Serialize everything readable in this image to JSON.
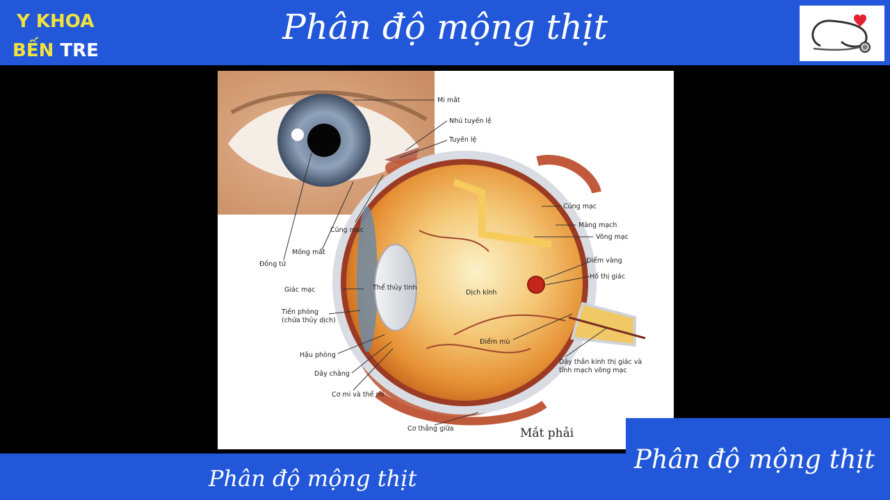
{
  "header": {
    "brand_line1": "Y KHOA",
    "brand_line2a": "BẾN",
    "brand_line2b": "TRE",
    "title": "Phân độ mộng thịt"
  },
  "logo": {
    "icon": "stethoscope-heart-icon"
  },
  "diagram": {
    "labels": {
      "mi_mat": "Mi mắt",
      "nhu_tuyen_le": "Nhú tuyến lệ",
      "tuyen_le": "Tuyến lệ",
      "cung_mac_left": "Củng mạc",
      "mong_mat": "Mống mắt",
      "dong_tu": "Đồng tử",
      "giac_mac": "Giác mạc",
      "tien_phong_1": "Tiền phòng",
      "tien_phong_2": "(chứa thủy dịch)",
      "hau_phong": "Hậu phòng",
      "day_chang": "Dây chằng",
      "co_mi": "Cơ mi và thể mi",
      "co_thang_giua": "Cơ thẳng giữa",
      "the_thuy_tinh": "Thể thủy tinh",
      "dich_kinh": "Dịch kính",
      "diem_mu": "Điểm mù",
      "cung_mac_right": "Củng mạc",
      "mang_mach": "Màng mạch",
      "vong_mac": "Võng mạc",
      "diem_vang": "Điểm vàng",
      "ho_thi_giac": "Hố thị giác",
      "day_than_kinh_1": "Dây thần kinh thị giác và",
      "day_than_kinh_2": "tĩnh mạch võng mạc",
      "caption": "Mắt phải"
    }
  },
  "footer": {
    "bottom_title": "Phân độ mộng thịt",
    "corner_title": "Phân độ mộng thịt"
  },
  "colors": {
    "bar_blue": "#2157d8",
    "brand_yellow": "#f4e23c"
  }
}
